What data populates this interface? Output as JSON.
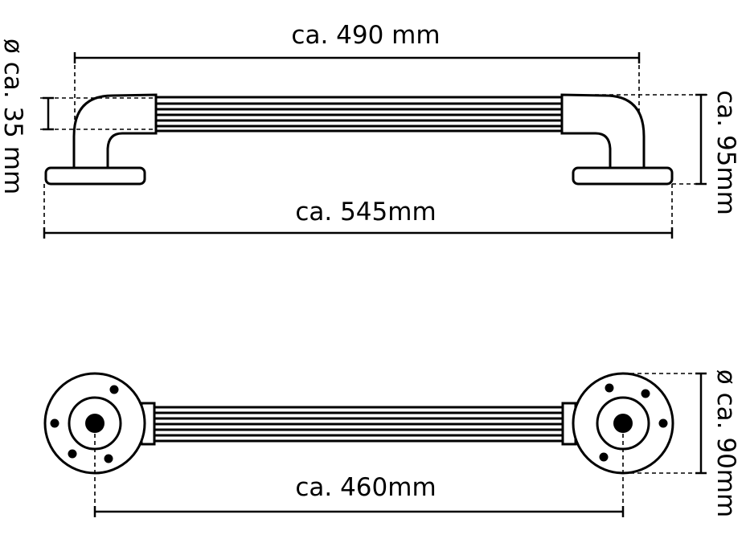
{
  "top_view": {
    "overall_bar_length": "ca. 490 mm",
    "tube_diameter": "ø ca. 35 mm",
    "height": "ca. 95mm",
    "total_length": "ca. 545mm"
  },
  "bottom_view": {
    "mount_spacing": "ca. 460mm",
    "flange_diameter": "ø ca. 90mm"
  }
}
